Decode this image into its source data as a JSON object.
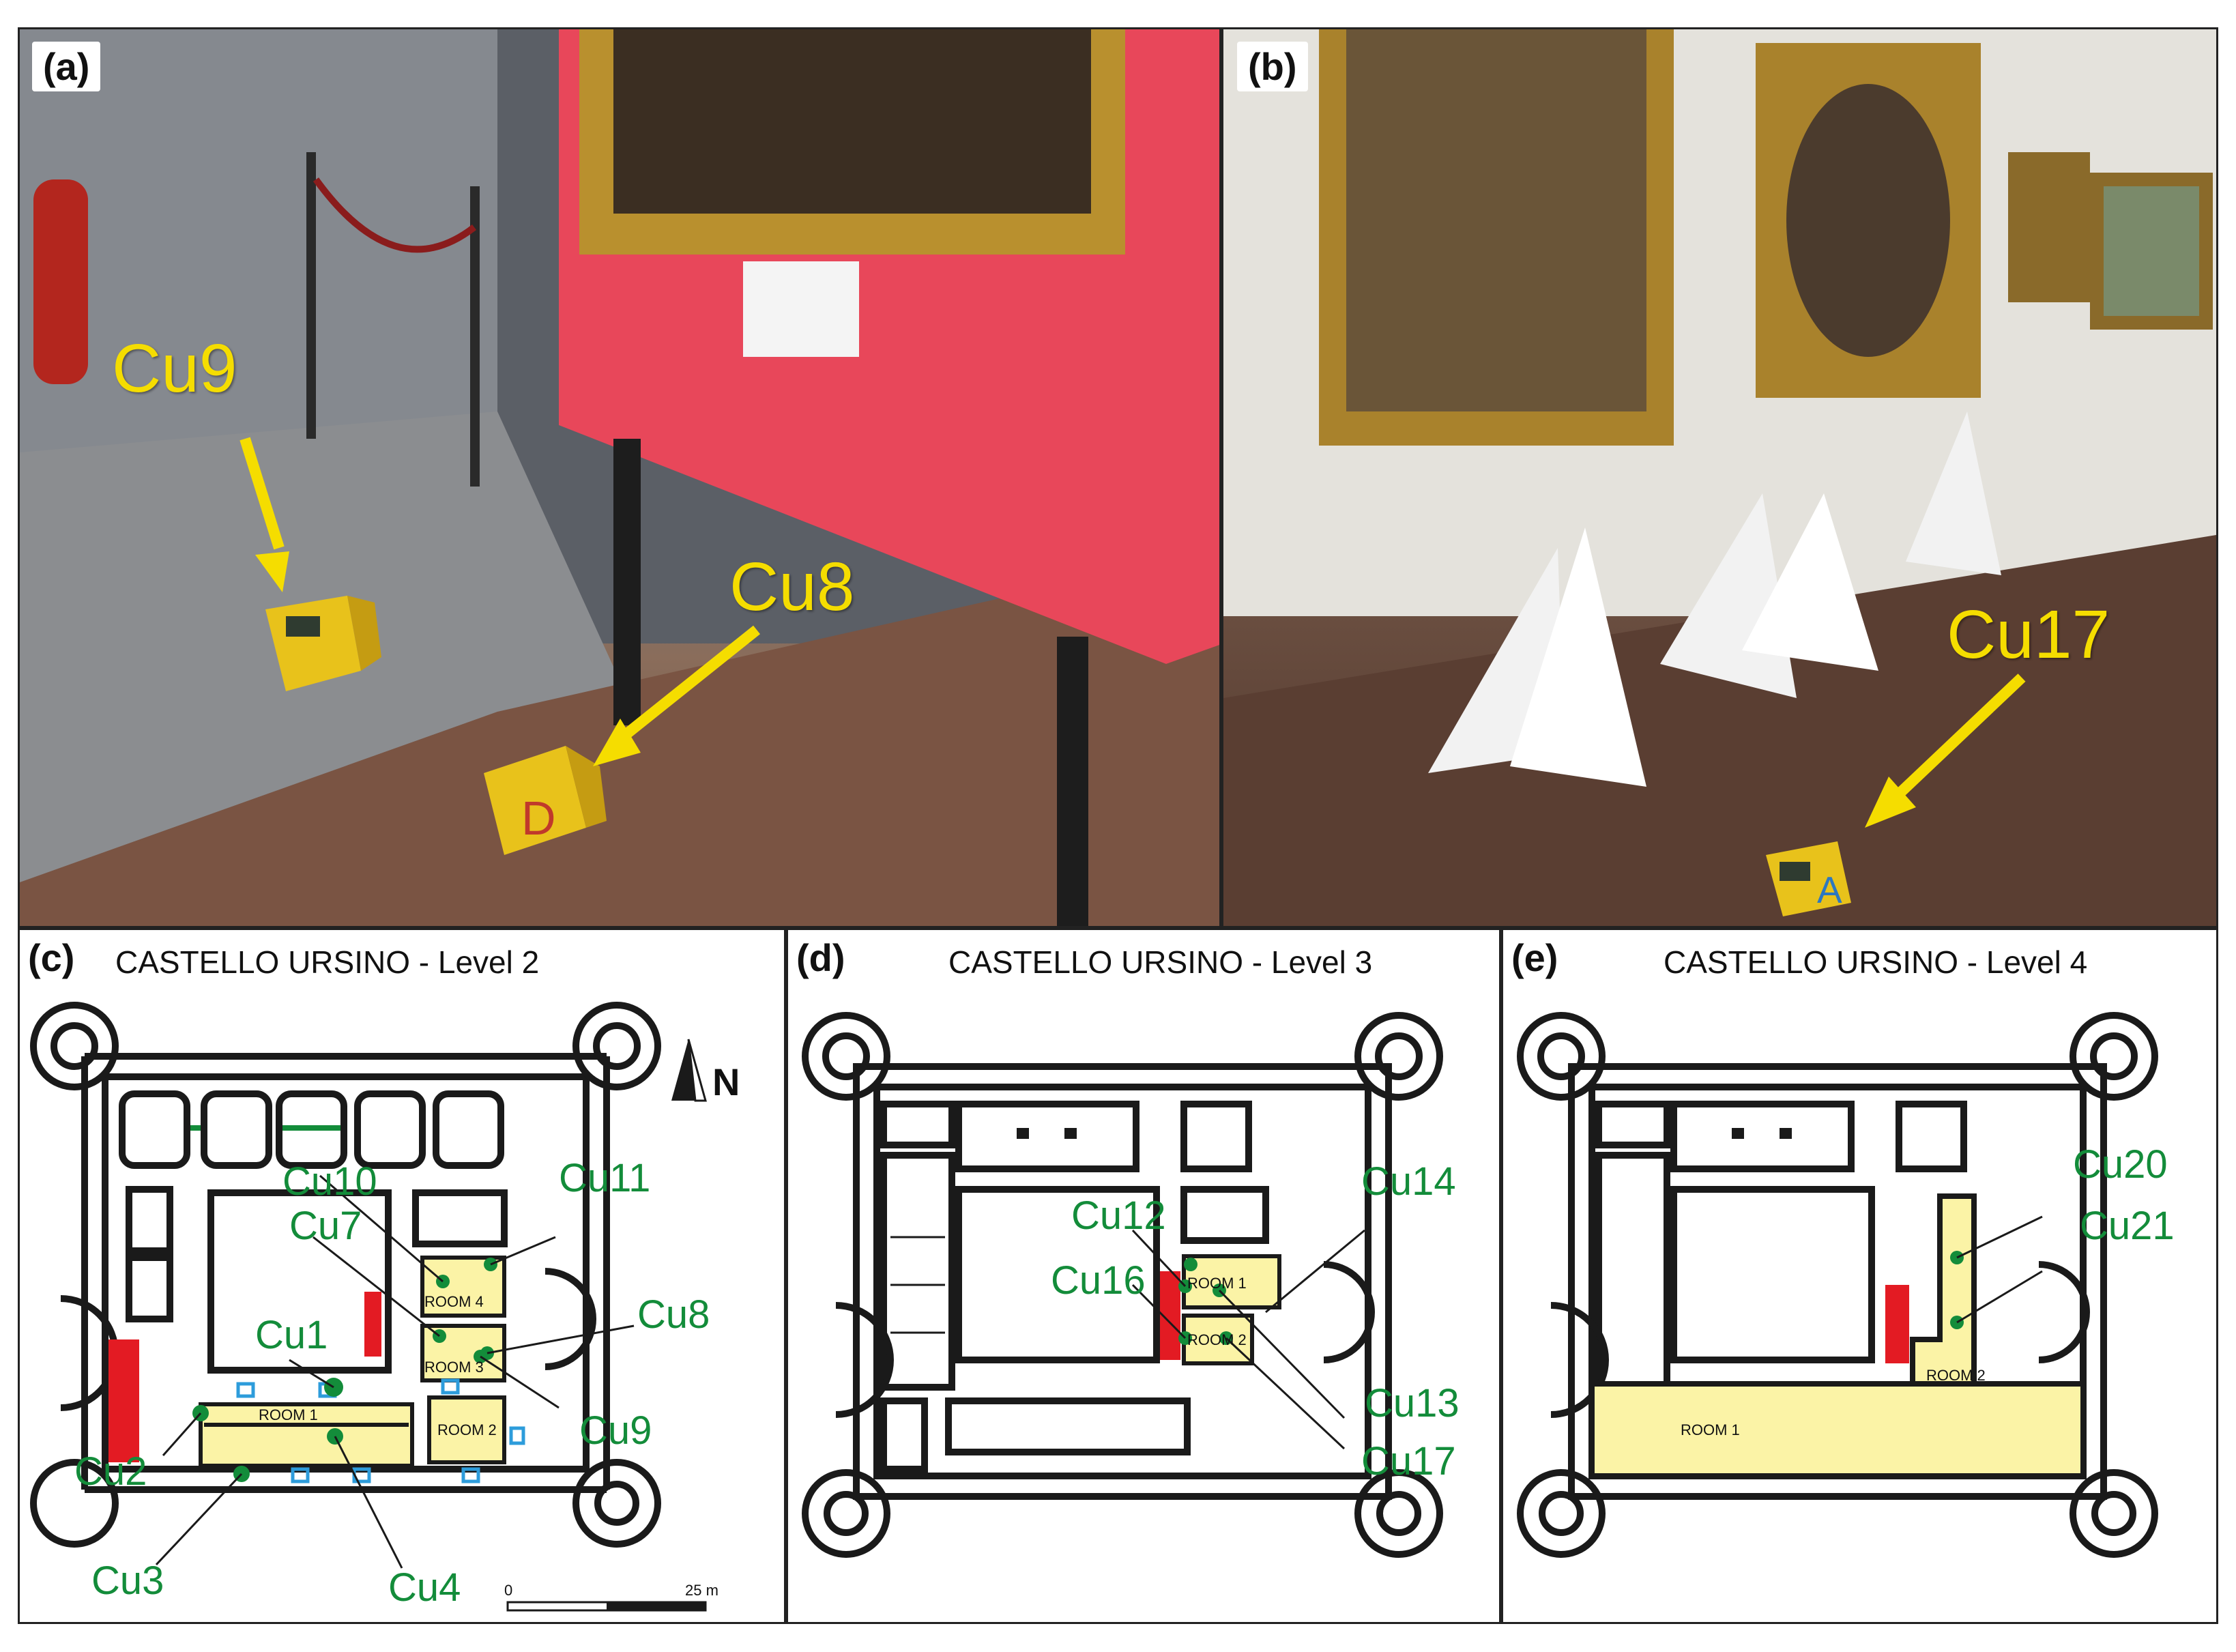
{
  "figure": {
    "panels": {
      "a": {
        "tag": "(a)",
        "labels": {
          "cu9": "Cu9",
          "cu8": "Cu8"
        },
        "device_letter": "D"
      },
      "b": {
        "tag": "(b)",
        "labels": {
          "cu17": "Cu17"
        },
        "device_letter": "A"
      },
      "c": {
        "tag": "(c)",
        "title": "CASTELLO URSINO - Level 2",
        "north": "N",
        "scale": {
          "start": "0",
          "end": "25 m"
        },
        "rooms": {
          "room1": "ROOM 1",
          "room2": "ROOM 2",
          "room3": "ROOM 3",
          "room4": "ROOM 4"
        },
        "sensors": {
          "cu1": "Cu1",
          "cu2": "Cu2",
          "cu3": "Cu3",
          "cu4": "Cu4",
          "cu7": "Cu7",
          "cu8": "Cu8",
          "cu9": "Cu9",
          "cu10": "Cu10",
          "cu11": "Cu11"
        }
      },
      "d": {
        "tag": "(d)",
        "title": "CASTELLO URSINO - Level 3",
        "rooms": {
          "room1": "ROOM 1",
          "room2": "ROOM 2"
        },
        "sensors": {
          "cu12": "Cu12",
          "cu13": "Cu13",
          "cu14": "Cu14",
          "cu16": "Cu16",
          "cu17": "Cu17"
        }
      },
      "e": {
        "tag": "(e)",
        "title": "CASTELLO URSINO - Level 4",
        "rooms": {
          "room1": "ROOM 1",
          "room2": "ROOM 2"
        },
        "sensors": {
          "cu20": "Cu20",
          "cu21": "Cu21"
        }
      }
    },
    "colors": {
      "label_yellow": "#f5dd00",
      "sensor_green": "#138c3a",
      "room_fill": "#fbf3a6",
      "stairs_red": "#e31b23",
      "door_blue": "#2d9cdb",
      "wall": "#1a1a1a",
      "panel_red": "#e8475a",
      "device_yellow": "#e8c21b"
    }
  }
}
